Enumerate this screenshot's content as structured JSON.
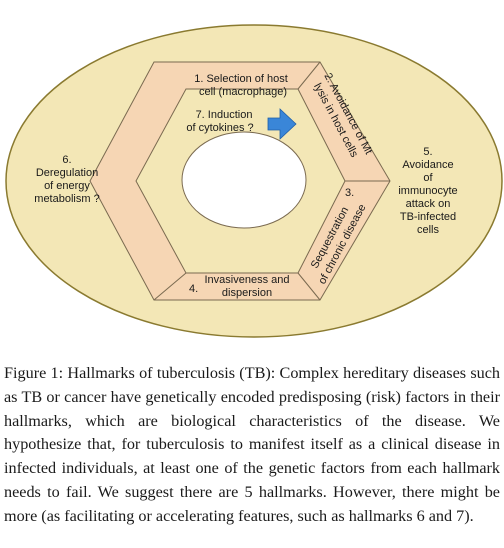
{
  "diagram": {
    "colors": {
      "ellipse_fill": "#f3e7b6",
      "ellipse_stroke": "#8a7a30",
      "hexagon_fill": "#f6d6b4",
      "hexagon_stroke": "#7a6a50",
      "arrow_fill": "#3a86d8",
      "center_fill": "#ffffff"
    },
    "hallmark1": [
      "1. Selection of host",
      "cell (macrophage)"
    ],
    "hallmark2": [
      "2. Avoidance of Mt",
      "lysis in host cells"
    ],
    "hallmark3": [
      "3.",
      "Sequestration",
      "of chronic disease"
    ],
    "hallmark4": [
      "Invasiveness and",
      "4.",
      "dispersion"
    ],
    "hallmark5": [
      "5.",
      "Avoidance",
      "of",
      "immunocyte",
      "attack on",
      "TB-infected",
      "cells"
    ],
    "hallmark6": [
      "6.",
      "Deregulation",
      "of energy",
      "metabolism ?"
    ],
    "hallmark7": [
      "7. Induction",
      "of cytokines ?"
    ]
  },
  "caption": {
    "label": "Figure 1:",
    "text": "Hallmarks of tuberculosis (TB): Complex hereditary diseases such as TB or cancer have genetically encoded predisposing (risk) factors in their hallmarks, which are biological characteristics of the disease. We hypothesize that, for tuberculosis to manifest itself as a clinical disease in infected individuals, at least one of the genetic factors from each hallmark needs to fail. We suggest there are 5 hallmarks. However, there might be more (as facilitating or accelerating features, such as hallmarks 6 and 7)."
  }
}
